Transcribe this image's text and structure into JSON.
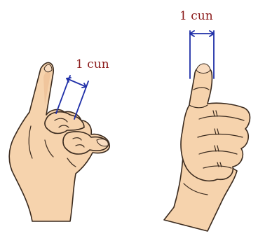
{
  "figures": [
    {
      "id": "bent-middle-finger",
      "label": "1 cun",
      "icon": "middle-finger-cun-hand-icon"
    },
    {
      "id": "thumb-width",
      "label": "1 cun",
      "icon": "thumb-cun-hand-icon"
    }
  ],
  "colors": {
    "label": "#8b1a1a",
    "measure": "#1f2fa8",
    "skin": "#f6d3ad",
    "outline": "#3a2a1e"
  }
}
